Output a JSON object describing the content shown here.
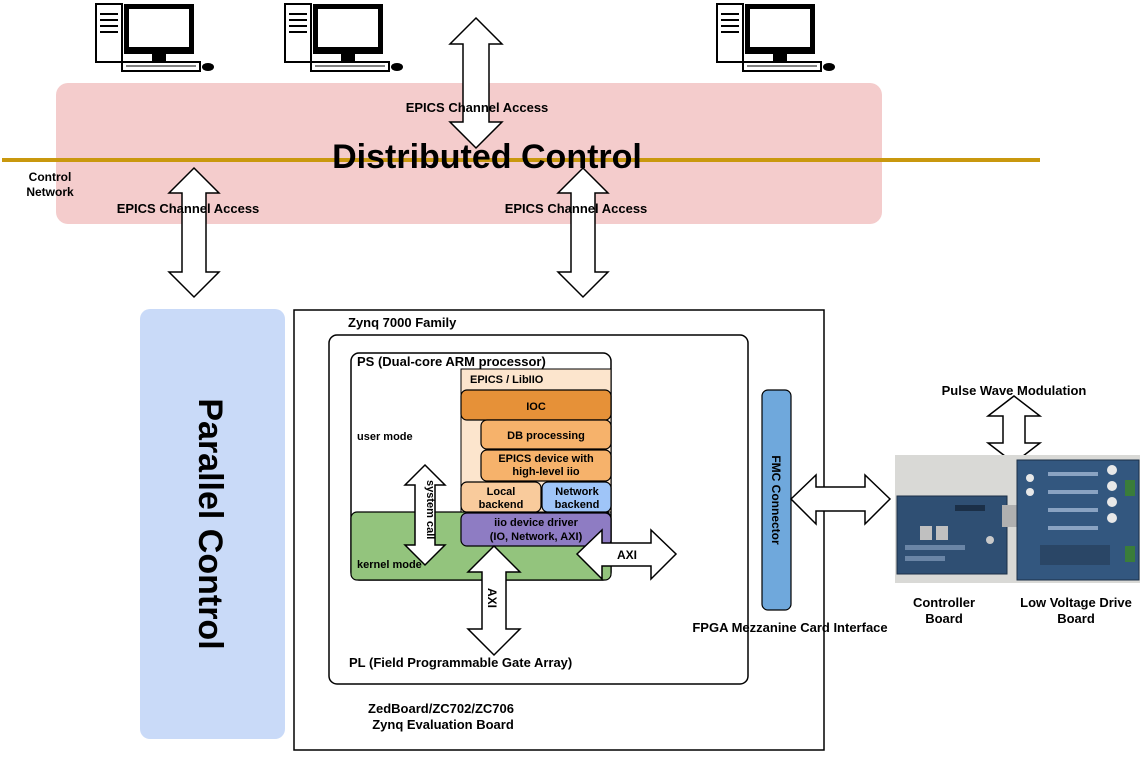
{
  "distributed": {
    "title": "Distributed Control",
    "epics_top": "EPICS Channel Access",
    "epics_left": "EPICS Channel Access",
    "epics_right": "EPICS Channel Access"
  },
  "network": {
    "line1": "Control",
    "line2": "Network"
  },
  "parallel": {
    "title": "Parallel Control"
  },
  "zynq": {
    "family": "Zynq 7000 Family",
    "board_line1": "ZedBoard/ZC702/ZC706",
    "board_line2": "Zynq Evaluation Board"
  },
  "ps": {
    "title": "PS (Dual-core ARM processor)",
    "user_mode": "user mode",
    "kernel_mode": "kernel mode",
    "system_call": "system call",
    "epics_liblio": "EPICS / LibIIO",
    "ioc": "IOC",
    "db": "DB processing",
    "device_line1": "EPICS device with",
    "device_line2": "high-level iio",
    "local_line1": "Local",
    "local_line2": "backend",
    "network_line1": "Network",
    "network_line2": "backend",
    "driver_line1": "iio device driver",
    "driver_line2": "(IO, Network, AXI)"
  },
  "pl": {
    "title": "PL (Field Programmable Gate Array)",
    "axi_down": "AXI",
    "axi_right": "AXI"
  },
  "fmc": {
    "label": "FMC Connector",
    "caption": "FPGA Mezzanine Card Interface"
  },
  "hardware": {
    "pwm": "Pulse Wave Modulation",
    "controller_line1": "Controller",
    "controller_line2": "Board",
    "lvd_line1": "Low Voltage Drive",
    "lvd_line2": "Board"
  },
  "colors": {
    "distributed_band": "#f4cccc",
    "control_network": "#c9980e",
    "parallel_band": "#c9daf8",
    "ioc": "#e69138",
    "epics_stack": "#fce5cd",
    "db": "#f6b26b",
    "network_backend": "#9fc5f8",
    "kernel": "#93c47d",
    "driver": "#8e7cc3",
    "fmc": "#6fa8dc"
  },
  "icons": [
    "workstation-icon",
    "workstation-icon",
    "workstation-icon",
    "controller-board-photo",
    "lvd-board-photo"
  ]
}
